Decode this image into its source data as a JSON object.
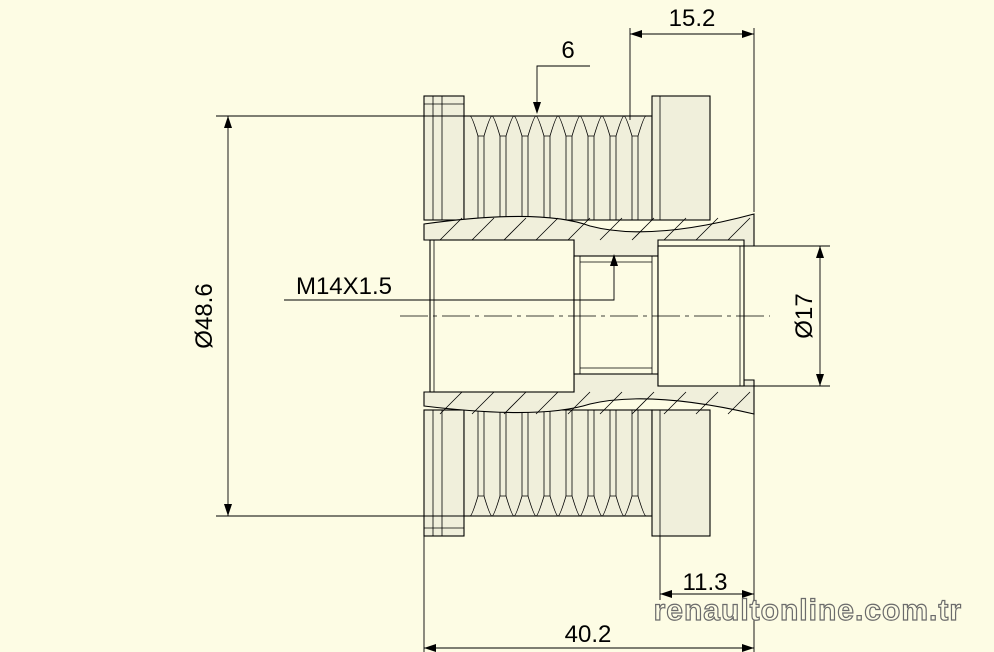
{
  "dimensions": {
    "top_width": "15.2",
    "groove_pitch": "6",
    "outer_diameter": "Ø48.6",
    "thread": "M14X1.5",
    "bore_diameter": "Ø17",
    "hub_length": "11.3",
    "total_length": "40.2"
  },
  "watermark": "renaultonline.com.tr",
  "colors": {
    "background": "#FDFCE4",
    "line": "#000000",
    "part_fill": "#F0EFDB"
  }
}
